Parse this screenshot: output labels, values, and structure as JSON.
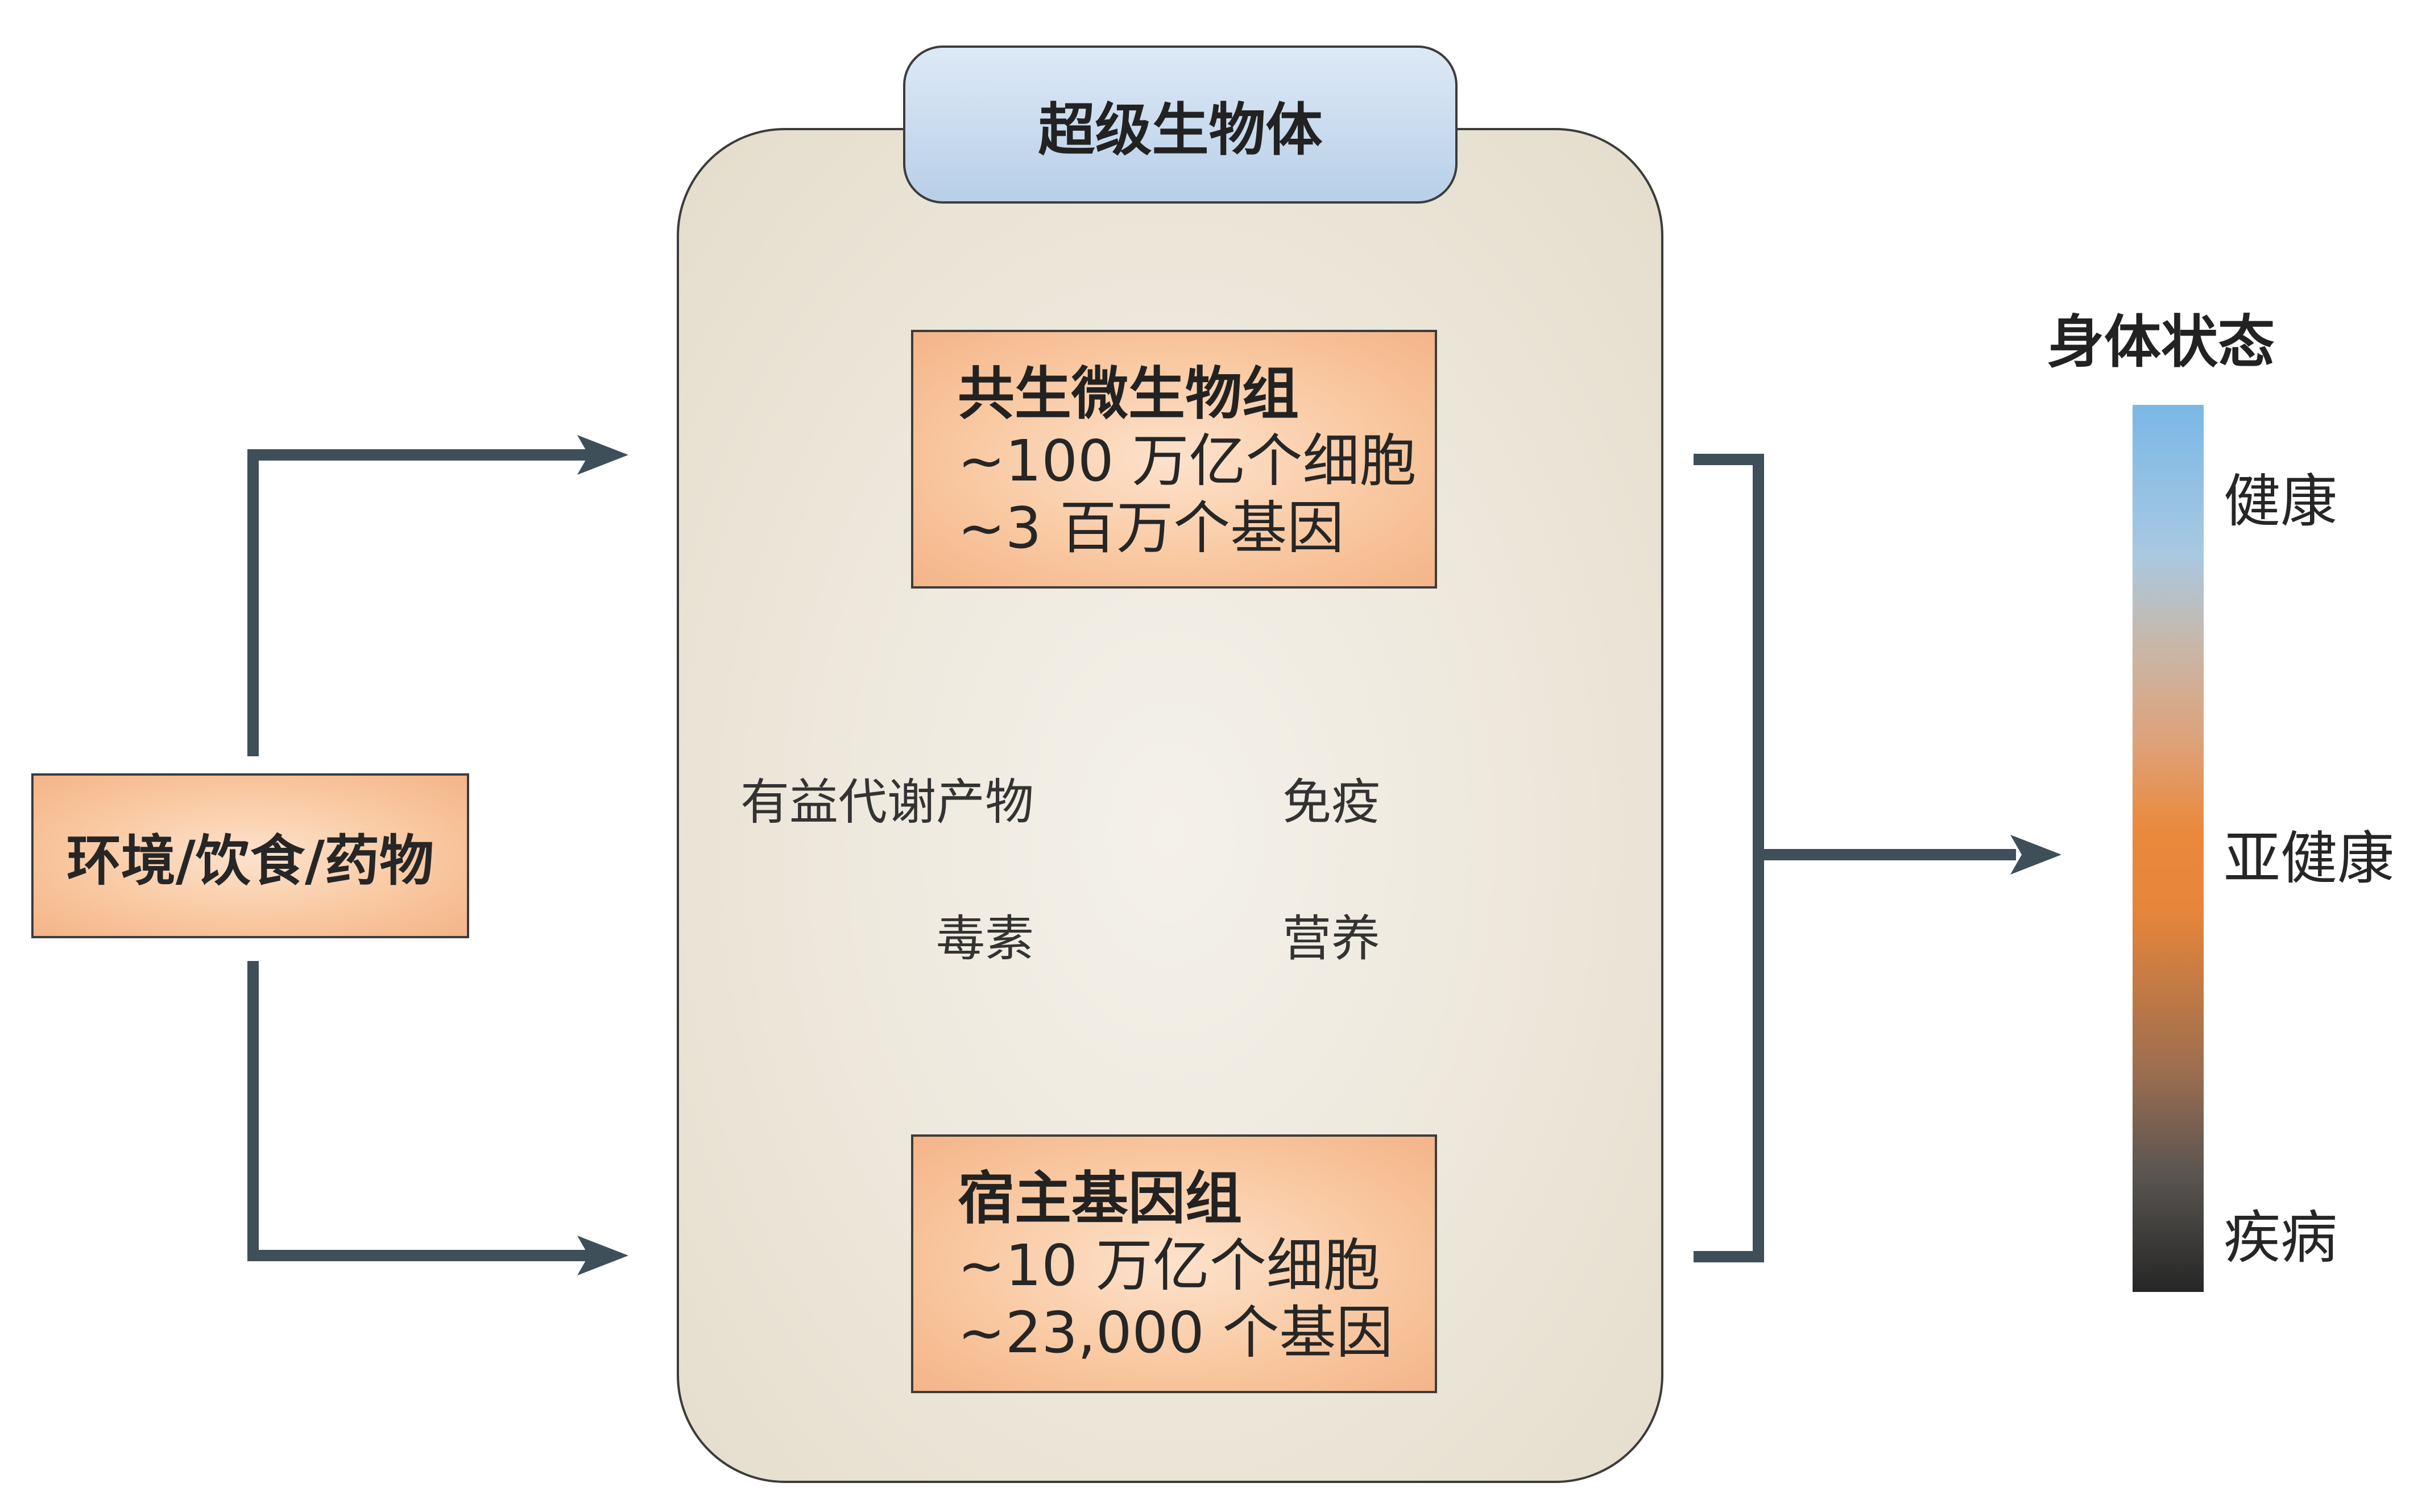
{
  "superorganism": {
    "title": "超级生物体"
  },
  "inputs": {
    "label": "环境/饮食/药物"
  },
  "microbiome": {
    "title": "共生微生物组",
    "line1": "~100 万亿个细胞",
    "line2": "~3 百万个基因"
  },
  "host_genome": {
    "title": "宿主基因组",
    "line1": "~10 万亿个细胞",
    "line2": "~23,000 个基因"
  },
  "flows": {
    "downward": [
      "有益代谢产物",
      "毒素"
    ],
    "upward": [
      "免疫",
      "营养"
    ]
  },
  "body_state": {
    "title": "身体状态",
    "levels": [
      "健康",
      "亚健康",
      "疾病"
    ],
    "gradient_colors": [
      "#79b8e6",
      "#c6b9ad",
      "#ea893c",
      "#585450",
      "#262626"
    ]
  },
  "colors": {
    "arrow": "#3e4f59",
    "box_fill": "#f9c9a2",
    "header_fill": "#c5d8ee",
    "panel_fill": "#eee9dd"
  }
}
